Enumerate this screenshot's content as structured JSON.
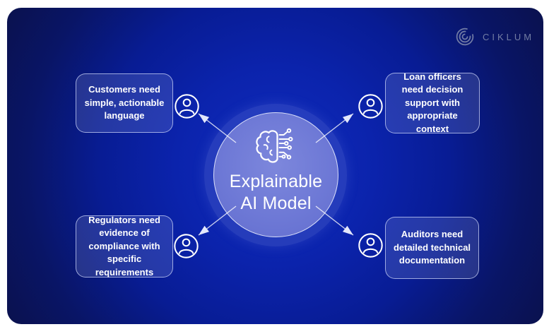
{
  "brand": {
    "name": "CIKLUM",
    "logo_icon": "ciklum-arcs-logo"
  },
  "center": {
    "icon": "ai-brain-circuit",
    "title_line1": "Explainable",
    "title_line2": "AI Model"
  },
  "stakeholders": [
    {
      "id": "customers",
      "position": "top-left",
      "label": "Customers need simple, actionable language"
    },
    {
      "id": "loan-officers",
      "position": "top-right",
      "label": "Loan officers need decision support with appropriate context"
    },
    {
      "id": "regulators",
      "position": "bottom-left",
      "label": "Regulators need evidence of compliance with specific requirements"
    },
    {
      "id": "auditors",
      "position": "bottom-right",
      "label": "Auditors need detailed technical documentation"
    }
  ],
  "icons": {
    "stakeholder": "person-icon",
    "connector": "outward-arrow"
  },
  "colors": {
    "canvas": "#ffffff",
    "card_center": "#0f2cbe",
    "card_edge": "#0a114e",
    "node_fill": "#6e79d6",
    "node_border": "#ecf0ff",
    "box_border": "#cdd6f8",
    "text": "#ffffff",
    "logo_text": "#7e88ab",
    "arrowhead": "#e3e7fb"
  }
}
